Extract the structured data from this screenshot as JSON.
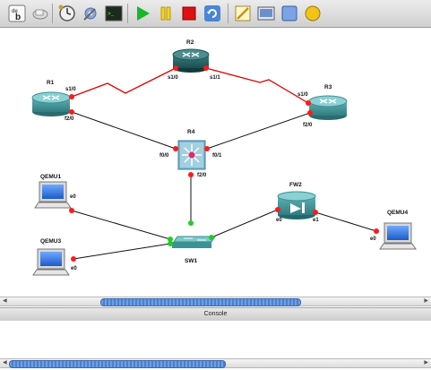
{
  "toolbar": {
    "icons": [
      "browse-icon",
      "screenshot-icon",
      "snapshot-icon",
      "preferences-icon",
      "console-icon",
      "start-icon",
      "pause-icon",
      "stop-icon",
      "reload-icon",
      "note-icon",
      "picture-icon",
      "rectangle-icon",
      "ellipse-icon"
    ],
    "start_color": "#17b82a",
    "pause_color": "#f5d21c",
    "stop_color": "#e01010"
  },
  "topology": {
    "nodes": {
      "r1": "R1",
      "r2": "R2",
      "r3": "R3",
      "r4": "R4",
      "fw2": "FW2",
      "sw1": "SW1",
      "qemu1": "QEMU1",
      "qemu3": "QEMU3",
      "qemu4": "QEMU4"
    },
    "ports": {
      "r1_s10": "s1/0",
      "r1_f20": "f2/0",
      "r2_s10": "s1/0",
      "r2_s11": "s1/1",
      "r3_s10": "s1/0",
      "r3_f20": "f2/0",
      "r4_f00": "f0/0",
      "r4_f01": "f0/1",
      "r4_f20": "f2/0",
      "qemu1_e0": "e0",
      "qemu3_e0": "e0",
      "fw2_e0": "e0",
      "fw2_e1": "e1",
      "qemu4_e0": "e0"
    },
    "link_colors": {
      "serial": "#e00000",
      "ethernet": "#111111",
      "down": "#ff1a1a",
      "up": "#22cc22"
    }
  },
  "console": {
    "title": "Console"
  }
}
